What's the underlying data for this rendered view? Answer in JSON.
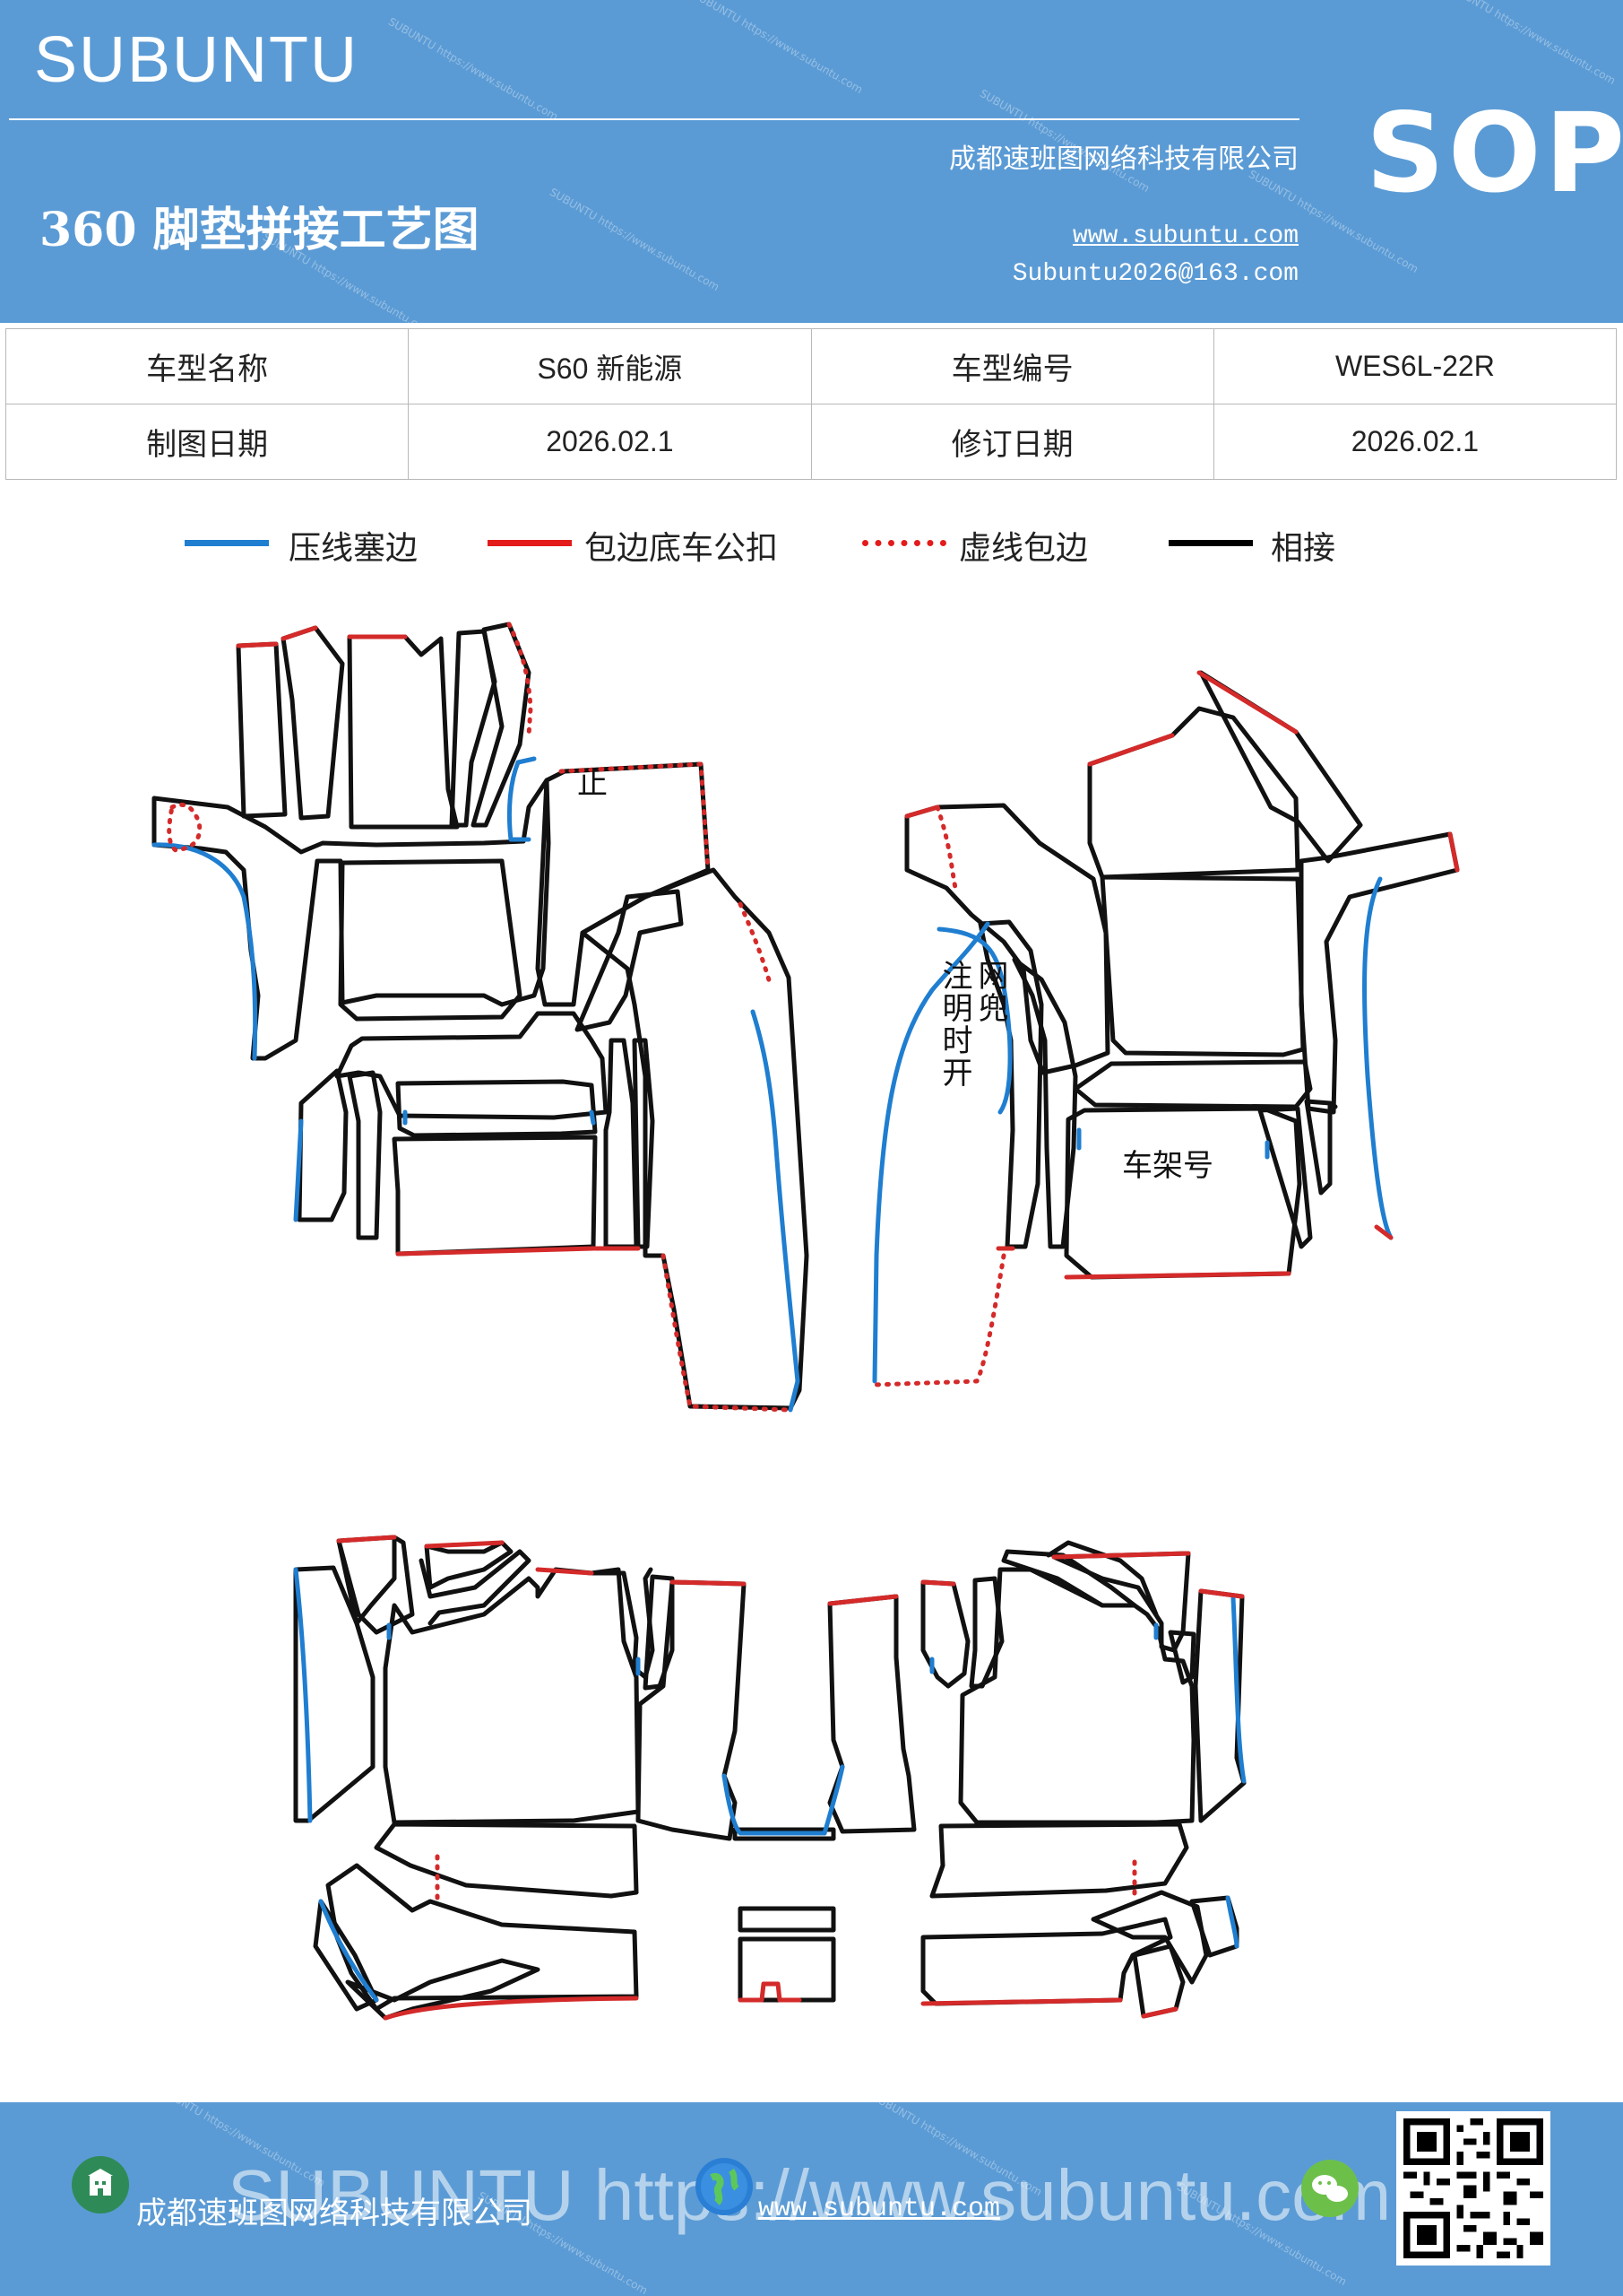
{
  "header": {
    "brand": "SUBUNTU",
    "title": "360 脚垫拼接工艺图",
    "company": "成都速班图网络科技有限公司",
    "website": "www.subuntu.com",
    "email": "Subuntu2026@163.com",
    "badge": "SOP",
    "bg_color": "#5b9bd5"
  },
  "info": {
    "rows": [
      {
        "label1": "车型名称",
        "value1": "S60 新能源",
        "label2": "车型编号",
        "value2": "WES6L-22R"
      },
      {
        "label1": "制图日期",
        "value1": "2026.02.1",
        "label2": "修订日期",
        "value2": "2026.02.1"
      }
    ]
  },
  "legend": [
    {
      "label": "压线塞边",
      "color": "#1f7ed0",
      "style": "solid"
    },
    {
      "label": "包边底车公扣",
      "color": "#e31b1b",
      "style": "solid"
    },
    {
      "label": "虚线包边",
      "color": "#e31b1b",
      "style": "dotted"
    },
    {
      "label": "相接",
      "color": "#000000",
      "style": "solid"
    }
  ],
  "annotations": {
    "stop": "止",
    "note_col1": "注明时开",
    "note_col2": "网兜",
    "frame_number": "车架号"
  },
  "footer": {
    "company": "成都速班图网络科技有限公司",
    "big_text": "SUBUNTU https://www.subuntu.com",
    "website": "www.subuntu.com"
  },
  "colors": {
    "blue_edge": "#1f7ed0",
    "red_edge": "#d42a2a",
    "black_edge": "#111111"
  }
}
